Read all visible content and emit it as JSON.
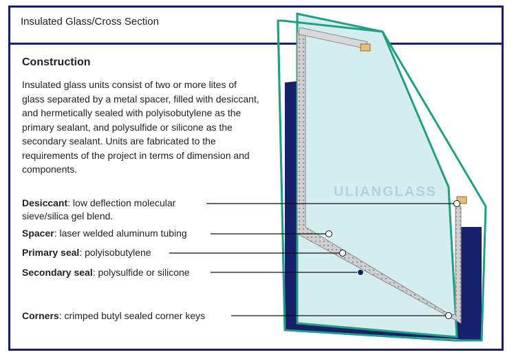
{
  "header": {
    "title": "Insulated Glass/Cross Section"
  },
  "construction": {
    "heading": "Construction",
    "body": "Insulated glass units consist of two or more lites of glass separated by a metal spacer, filled with desiccant, and hermetically sealed with polyisobutylene as the primary sealant, and polysulfide or silicone as the secondary sealant. Units are fabricated to the requirements of the project in terms of dimension and components."
  },
  "labels": {
    "desiccant": {
      "term": "Desiccant",
      "desc": ": low deflection molecular sieve/silica gel blend."
    },
    "spacer": {
      "term": "Spacer",
      "desc": ": laser welded aluminum tubing"
    },
    "primary_seal": {
      "term": "Primary seal",
      "desc": ": polyisobutylene"
    },
    "secondary_seal": {
      "term": "Secondary seal",
      "desc": ": polysulfide or silicone"
    },
    "corners": {
      "term": "Corners",
      "desc": ": crimped butyl sealed corner keys"
    }
  },
  "watermark": {
    "text": "ULIANGLASS"
  },
  "colors": {
    "frame": "#16206b",
    "glass_fill": "#d4eef0",
    "glass_edge": "#1fa082",
    "sealant": "#16206b",
    "spacer": "#c9c9c9",
    "corner_key": "#e0c27a"
  }
}
